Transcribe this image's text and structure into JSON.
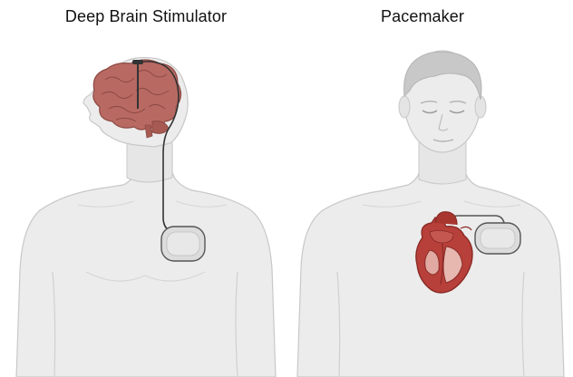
{
  "panels": [
    {
      "title": "Deep Brain Stimulator",
      "device": "deep-brain-stimulator"
    },
    {
      "title": "Pacemaker",
      "device": "pacemaker"
    }
  ],
  "colors": {
    "skin": "#ececec",
    "skin_outline": "#c8c8c8",
    "hair": "#c8c8c8",
    "brain": "#b86a62",
    "brain_dark": "#8d4a44",
    "heart": "#b8403a",
    "heart_dark": "#8a2a26",
    "device_fill": "#dcdcdc",
    "lead_wire": "#333333"
  }
}
